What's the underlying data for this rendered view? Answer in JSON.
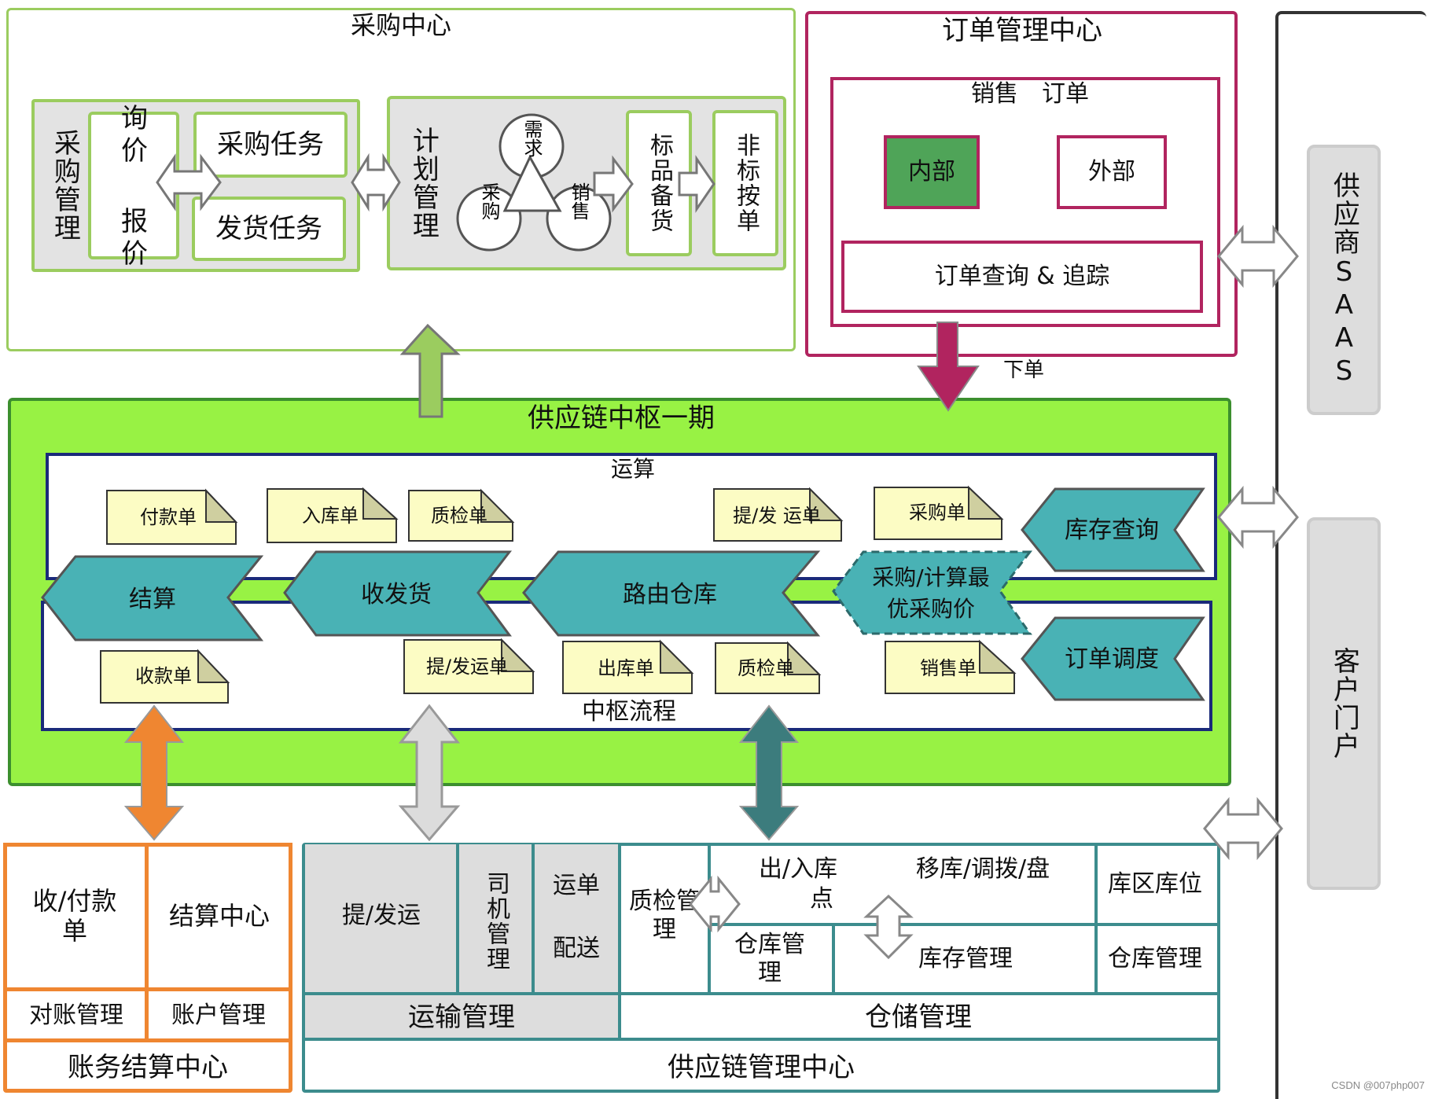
{
  "colors": {
    "procure": "#9bcc5f",
    "order": "#b1245f",
    "hub": "#98f244",
    "hubBorder": "#3c8f2e",
    "teal": "#49b2b5",
    "doc": "#fcfcc4",
    "settle": "#ef8631",
    "scm": "#3c8c8d",
    "grey": "#dddddd"
  },
  "procurement": {
    "title": "采购中心",
    "mgmt_label": "采购管理",
    "inquiry_label": "询价",
    "quote_label": "报价",
    "task_purchase": "采购任务",
    "task_ship": "发货任务",
    "plan_label": "计划管理",
    "circle_demand": "需求",
    "circle_purchase": "采购",
    "circle_sales": "销售",
    "std_stock": "标品备货",
    "nonstd_order": "非标按单"
  },
  "order_center": {
    "title": "订单管理中心",
    "sales_order": "销售　订单",
    "internal": "内部",
    "external": "外部",
    "query": "订单查询 & 追踪",
    "place_order": "下单"
  },
  "hub": {
    "title": "供应链中枢一期",
    "calc": "运算",
    "flow": "中枢流程",
    "docs_top": [
      "付款单",
      "入库单",
      "质检单",
      "提/发 运单",
      "采购单"
    ],
    "docs_bottom": [
      "收款单",
      "提/发运单",
      "出库单",
      "质检单",
      "销售单"
    ],
    "chevrons": [
      "结算",
      "收发货",
      "路由仓库",
      "采购/计算最优采购价"
    ],
    "inventory_query": "库存查询",
    "order_dispatch": "订单调度"
  },
  "right": {
    "supplier_saas": "供应商SAAS",
    "customer_portal": "客户门户"
  },
  "settlement": {
    "title": "账务结算中心",
    "cell_payments": "收/付款单",
    "cell_center": "结算中心",
    "cell_reconcile": "对账管理",
    "cell_account": "账户管理"
  },
  "scm": {
    "title": "供应链管理中心",
    "pickup": "提/发运",
    "driver": "司机管理",
    "waybill": "运单",
    "delivery": "配送",
    "transport": "运输管理",
    "qc": "质检管理",
    "inout": "出/入库",
    "move": "移库/调拨/盘",
    "point": "点",
    "zone": "库区库位",
    "wh_mgmt": "仓库管理",
    "stock_mgmt": "库存管理",
    "wh_mgmt2": "仓库管理",
    "storage": "仓储管理"
  },
  "watermark": "CSDN @007php007"
}
